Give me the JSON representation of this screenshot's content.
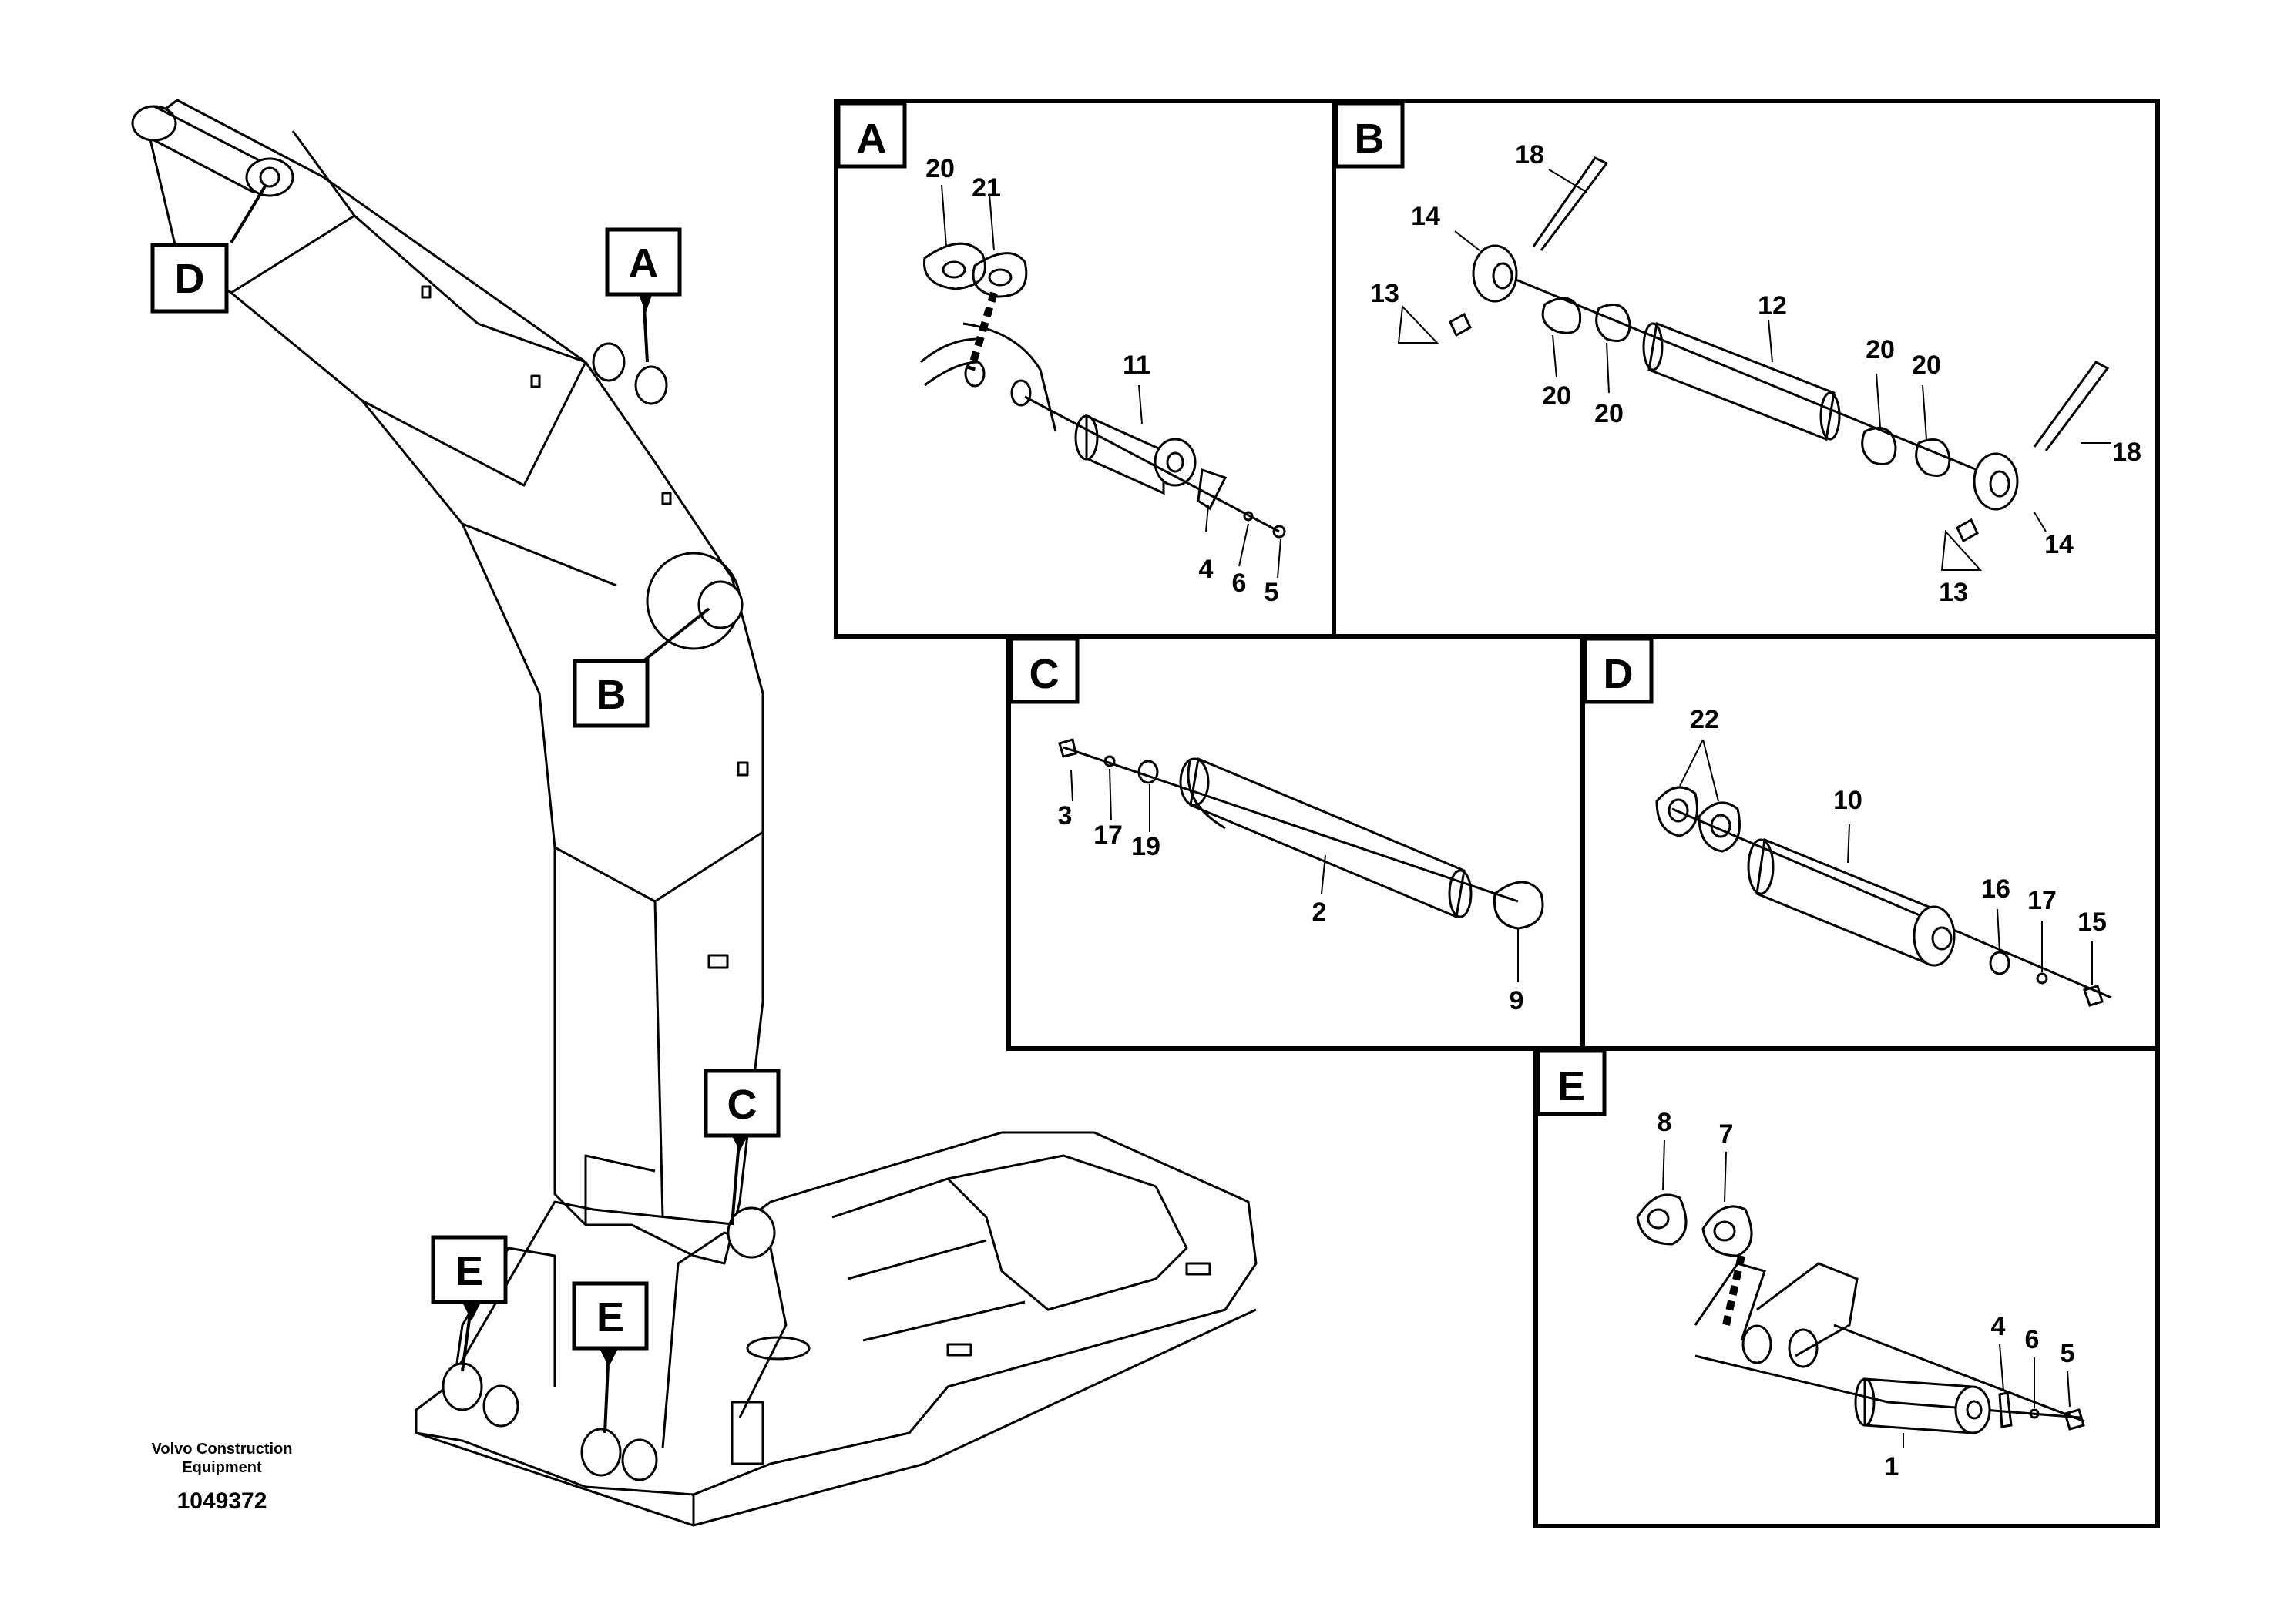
{
  "callouts": {
    "a": "A",
    "b": "B",
    "c": "C",
    "d": "D",
    "e1": "E",
    "e2": "E"
  },
  "panels": {
    "a": {
      "letter": "A",
      "numbers": [
        "20",
        "21",
        "11",
        "4",
        "6",
        "5"
      ]
    },
    "b": {
      "letter": "B",
      "numbers": [
        "18",
        "14",
        "13",
        "20",
        "20",
        "12",
        "20",
        "20",
        "18",
        "14",
        "13"
      ]
    },
    "c": {
      "letter": "C",
      "numbers": [
        "3",
        "17",
        "19",
        "2",
        "9"
      ]
    },
    "d": {
      "letter": "D",
      "numbers": [
        "22",
        "10",
        "16",
        "17",
        "15"
      ]
    },
    "e": {
      "letter": "E",
      "numbers": [
        "8",
        "7",
        "4",
        "6",
        "5",
        "1"
      ]
    }
  },
  "caption": {
    "line1": "Volvo Construction",
    "line2": "Equipment",
    "id": "1049372"
  }
}
